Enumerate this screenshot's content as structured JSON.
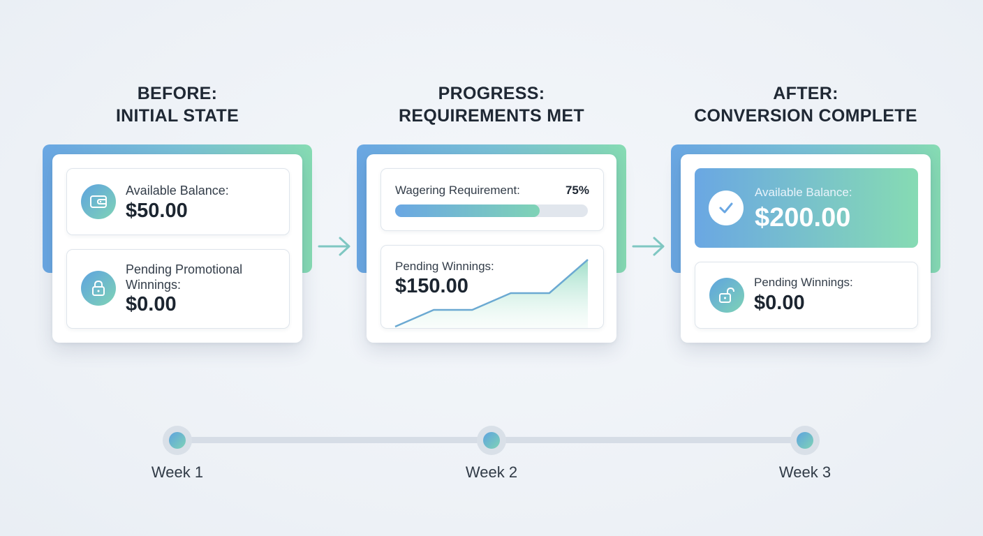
{
  "stages": [
    {
      "title_line1": "BEFORE:",
      "title_line2": "INITIAL STATE",
      "balance": {
        "label": "Available Balance:",
        "amount": "$50.00",
        "icon": "wallet-icon"
      },
      "pending": {
        "label_line1": "Pending Promotional",
        "label_line2": "Winnings:",
        "amount": "$0.00",
        "icon": "lock-icon"
      }
    },
    {
      "title_line1": "PROGRESS:",
      "title_line2": "REQUIREMENTS MET",
      "wagering": {
        "label": "Wagering Requirement:",
        "percent_text": "75%",
        "progress": 0.75
      },
      "pending": {
        "label": "Pending Winnings:",
        "amount": "$150.00"
      },
      "trend_values": [
        0,
        1,
        1,
        2,
        2,
        4
      ]
    },
    {
      "title_line1": "AFTER:",
      "title_line2": "CONVERSION COMPLETE",
      "balance": {
        "label": "Available Balance:",
        "amount": "$200.00",
        "icon": "checkmark-icon"
      },
      "pending": {
        "label": "Pending Winnings:",
        "amount": "$0.00",
        "icon": "unlock-icon"
      }
    }
  ],
  "timeline": {
    "weeks": [
      "Week 1",
      "Week 2",
      "Week 3"
    ]
  },
  "colors": {
    "gradient_start": "#6aa7e3",
    "gradient_end": "#86dbb3",
    "arrow": "#7fc7c2",
    "progress_track": "#e1e6ed"
  }
}
